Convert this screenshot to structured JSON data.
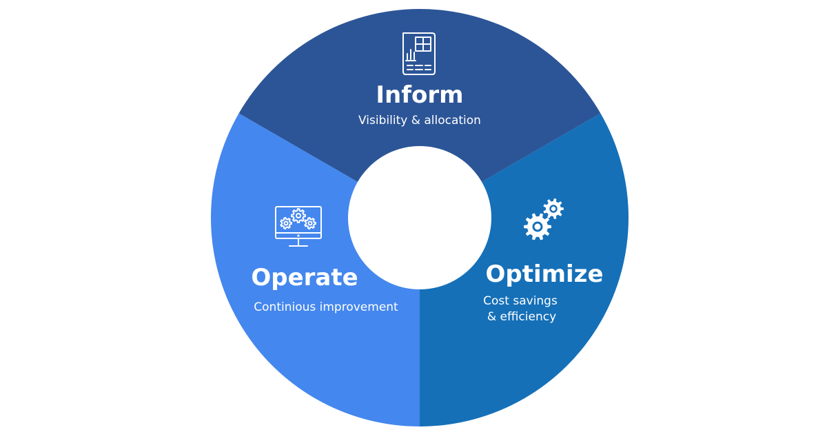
{
  "diagram": {
    "segments": [
      {
        "id": "inform",
        "title": "Inform",
        "subtitle_lines": [
          "Visibility & allocation"
        ],
        "icon": "report-icon",
        "color": "#2C5597"
      },
      {
        "id": "optimize",
        "title": "Optimize",
        "subtitle_lines": [
          "Cost savings",
          "& efficiency"
        ],
        "icon": "gears-icon",
        "color": "#1570B8"
      },
      {
        "id": "operate",
        "title": "Operate",
        "subtitle_lines": [
          "Continious improvement"
        ],
        "icon": "monitor-gears-icon",
        "color": "#4487EE"
      }
    ],
    "center_color": "#ffffff"
  }
}
